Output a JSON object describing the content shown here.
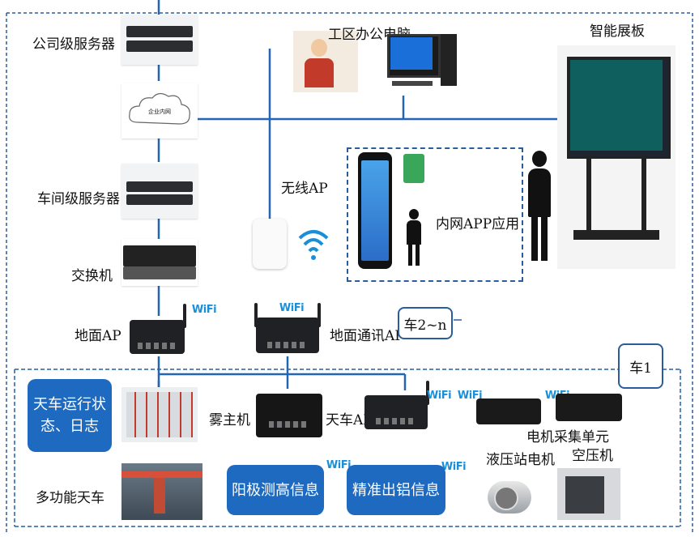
{
  "labels": {
    "company_server": "公司级服务器",
    "enterprise_net": "企业内网",
    "office_pc": "工区办公电脑",
    "smart_board": "智能展板",
    "workshop_server": "车间级服务器",
    "wireless_ap": "无线AP",
    "intranet_app": "内网APP应用",
    "switch": "交换机",
    "ground_ap": "地面AP",
    "ground_comm_ap": "地面通讯AP",
    "car_2n": "车2~n",
    "car_1": "车1",
    "crane_status": "天车运行状态、日志",
    "fog_host": "雾主机",
    "crane_ap": "天车AP",
    "motor_unit": "电机采集单元",
    "hydraulic_motor": "液压站电机",
    "air_compressor": "空压机",
    "multi_crane": "多功能天车",
    "anode_height": "阳极测高信息",
    "precise_al": "精准出铝信息",
    "wifi": "WiFi"
  },
  "colors": {
    "line_blue": "#2266b3",
    "box_blue": "#1d6ac0",
    "wifi_blue": "#1a8fd8",
    "dashed_border": "#2a5d9e"
  }
}
